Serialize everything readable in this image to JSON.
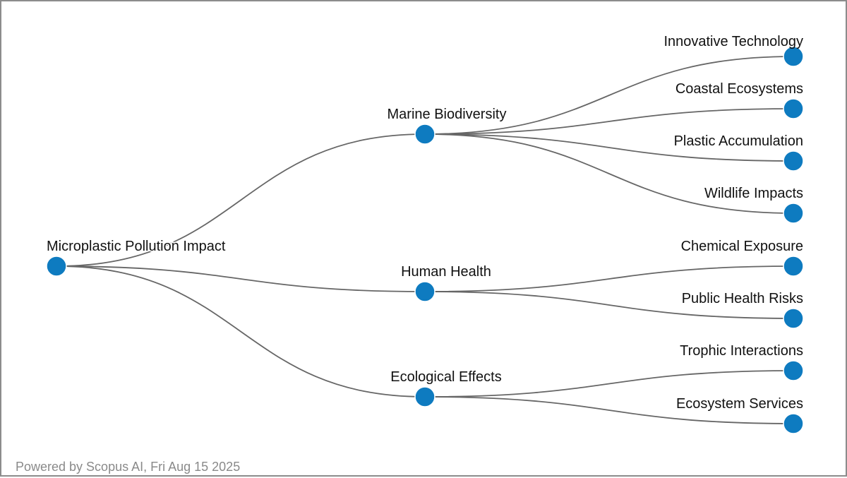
{
  "mindmap": {
    "root": {
      "label": "Microplastic Pollution Impact",
      "children": [
        {
          "label": "Marine Biodiversity",
          "children": [
            {
              "label": "Innovative Technology"
            },
            {
              "label": "Coastal Ecosystems"
            },
            {
              "label": "Plastic Accumulation"
            },
            {
              "label": "Wildlife Impacts"
            }
          ]
        },
        {
          "label": "Human Health",
          "children": [
            {
              "label": "Chemical Exposure"
            },
            {
              "label": "Public Health Risks"
            }
          ]
        },
        {
          "label": "Ecological Effects",
          "children": [
            {
              "label": "Trophic Interactions"
            },
            {
              "label": "Ecosystem Services"
            }
          ]
        }
      ]
    }
  },
  "colors": {
    "node": "#0e7bc0",
    "edge": "#666666",
    "footer_text": "#8a8a8a",
    "border": "#8c8c8c"
  },
  "footer": {
    "text": "Powered by Scopus AI, Fri Aug 15 2025"
  }
}
